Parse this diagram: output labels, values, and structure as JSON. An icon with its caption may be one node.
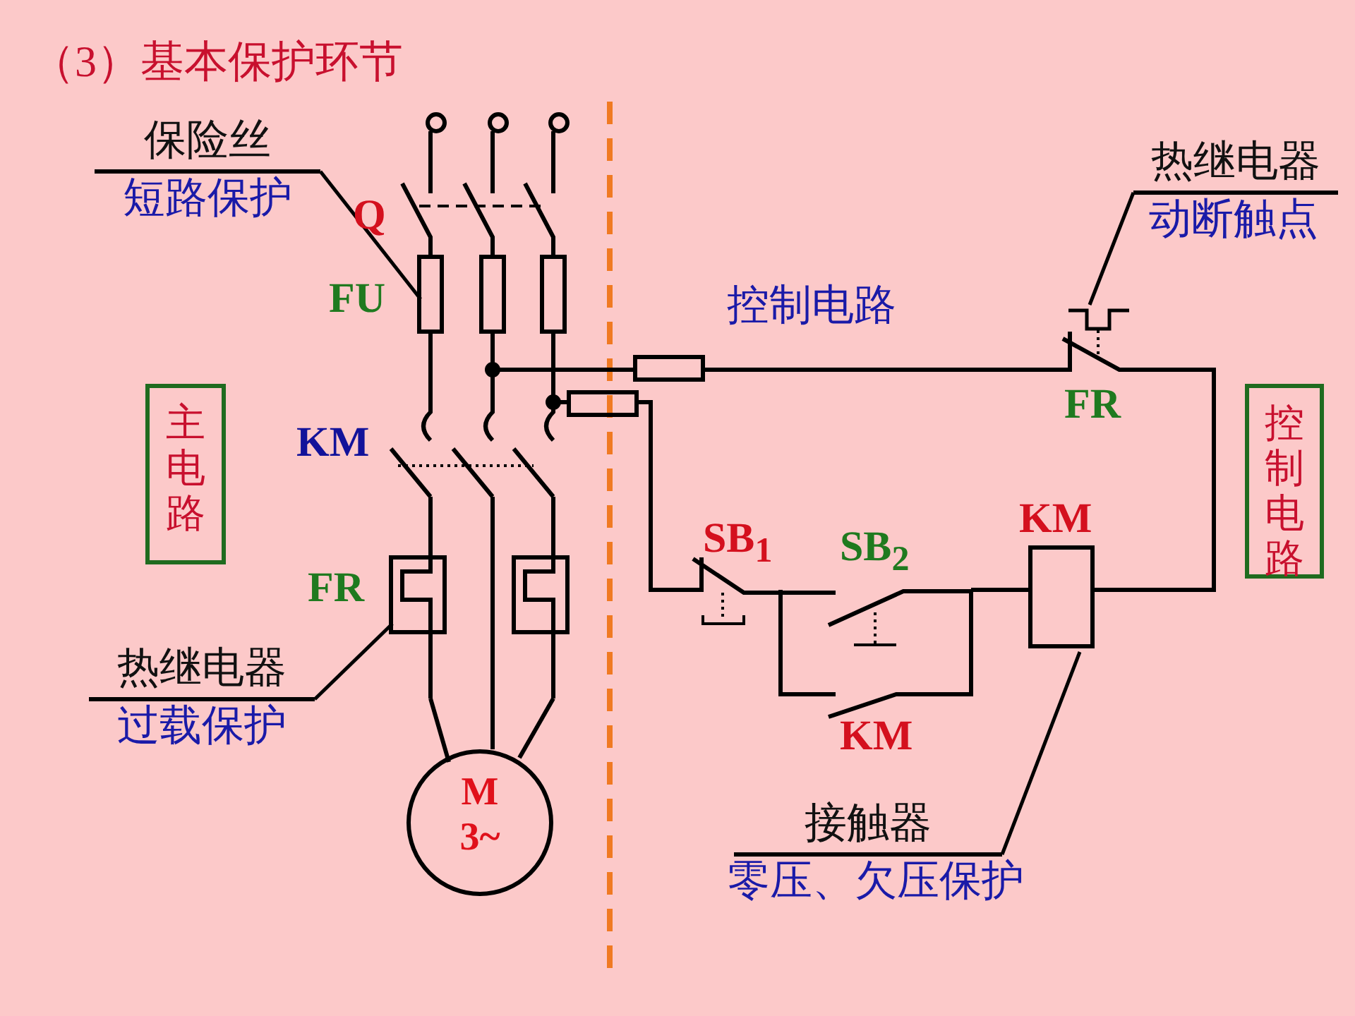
{
  "diagram": {
    "title": "（3）基本保护环节",
    "nodes": [
      {
        "text": [
          "保险丝",
          "短路保护"
        ]
      },
      {
        "text": [
          "热继电器",
          "过载保护"
        ]
      },
      {
        "text": [
          "热继电器",
          "动断触点"
        ]
      },
      {
        "text": [
          "接触器",
          "零压、欠压保护"
        ]
      },
      {
        "text": [
          "主电路"
        ]
      },
      {
        "text": [
          "控制电路"
        ]
      },
      {
        "text": [
          "M",
          "3~"
        ]
      }
    ],
    "edges": [
      {
        "from": 0,
        "to": null,
        "arrow": "none"
      },
      {
        "from": 1,
        "to": null,
        "arrow": "none"
      },
      {
        "from": 2,
        "to": null,
        "arrow": "none"
      },
      {
        "from": 3,
        "to": null,
        "arrow": "none"
      }
    ],
    "labels": [
      "Q",
      "FU",
      "KM",
      "FR",
      "控制电路",
      "FR",
      "SB$_{1}$",
      "SB$_{2}$",
      "KM",
      "KM"
    ]
  }
}
